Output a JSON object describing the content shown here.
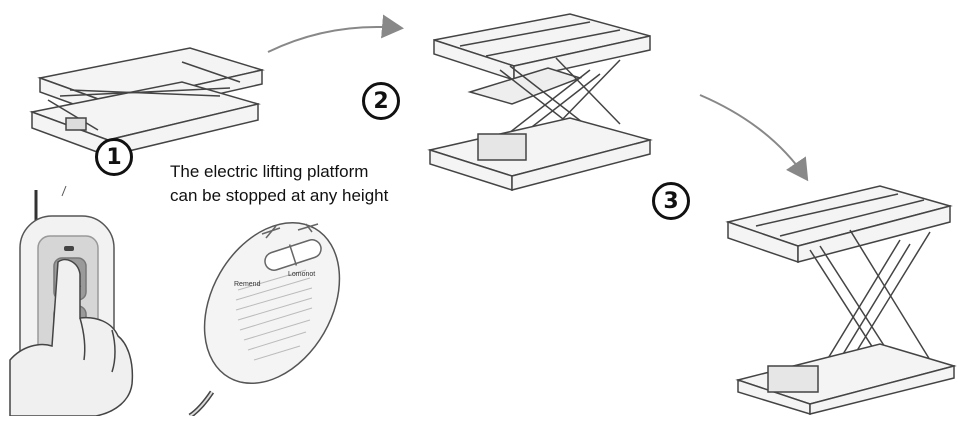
{
  "steps": [
    "1",
    "2",
    "3"
  ],
  "caption": {
    "line1": "The electric lifting platform",
    "line2": "can be stopped at any height"
  },
  "handset": {
    "label_up": "Lomonot",
    "label_down": "Remend"
  }
}
